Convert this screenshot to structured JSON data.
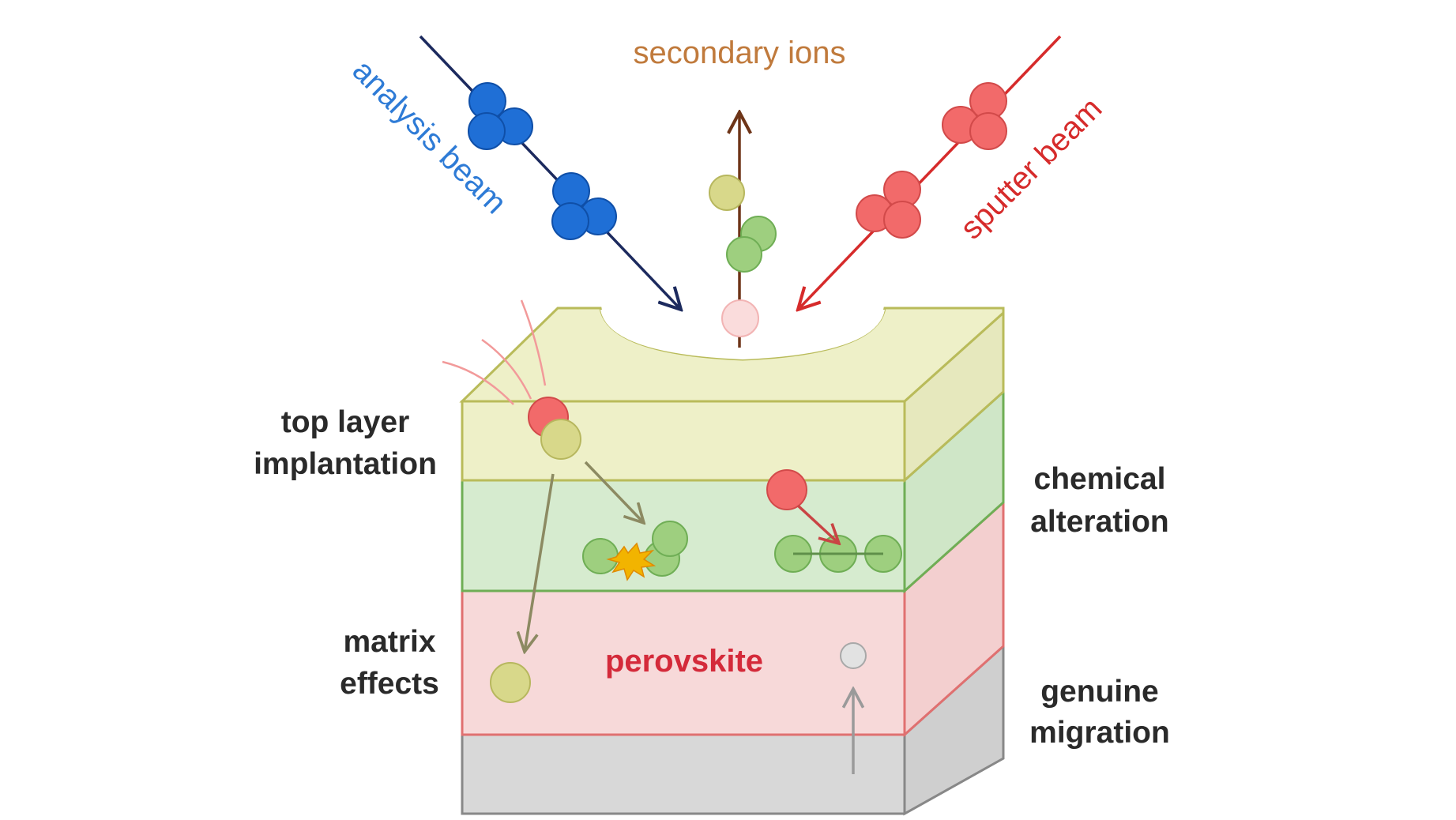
{
  "labels": {
    "analysis_beam": "analysis beam",
    "secondary_ions": "secondary ions",
    "sputter_beam": "sputter beam",
    "top_layer_line1": "top layer",
    "top_layer_line2": "implantation",
    "chemical_line1": "chemical",
    "chemical_line2": "alteration",
    "matrix_line1": "matrix",
    "matrix_line2": "effects",
    "genuine_line1": "genuine",
    "genuine_line2": "migration",
    "perovskite": "perovskite"
  },
  "colors": {
    "analysis_beam_text": "#2e7bd6",
    "analysis_beam_line": "#1c2a5e",
    "analysis_particle": "#1f6fd6",
    "secondary_ions_text": "#c07a3c",
    "secondary_ions_line": "#6e3518",
    "sputter_beam": "#d62b2b",
    "sputter_particle": "#f26a6a",
    "top_layer": "#eef0c8",
    "top_layer_edge": "#b9bb5a",
    "middle_layer": "#d6ebcf",
    "middle_layer_edge": "#6fae55",
    "perovskite_layer": "#f7d9d9",
    "perovskite_edge": "#e07070",
    "perovskite_text": "#d42a3a",
    "substrate": "#d8d8d8",
    "substrate_edge": "#888888",
    "implant_arrow": "#8c8a62",
    "green_atom": "#9ecf7f",
    "yellow_atom": "#d8d88a",
    "spark": "#f2b400"
  },
  "icons": [
    "analysis-cluster-icon",
    "sputter-cluster-icon",
    "spark-icon"
  ]
}
